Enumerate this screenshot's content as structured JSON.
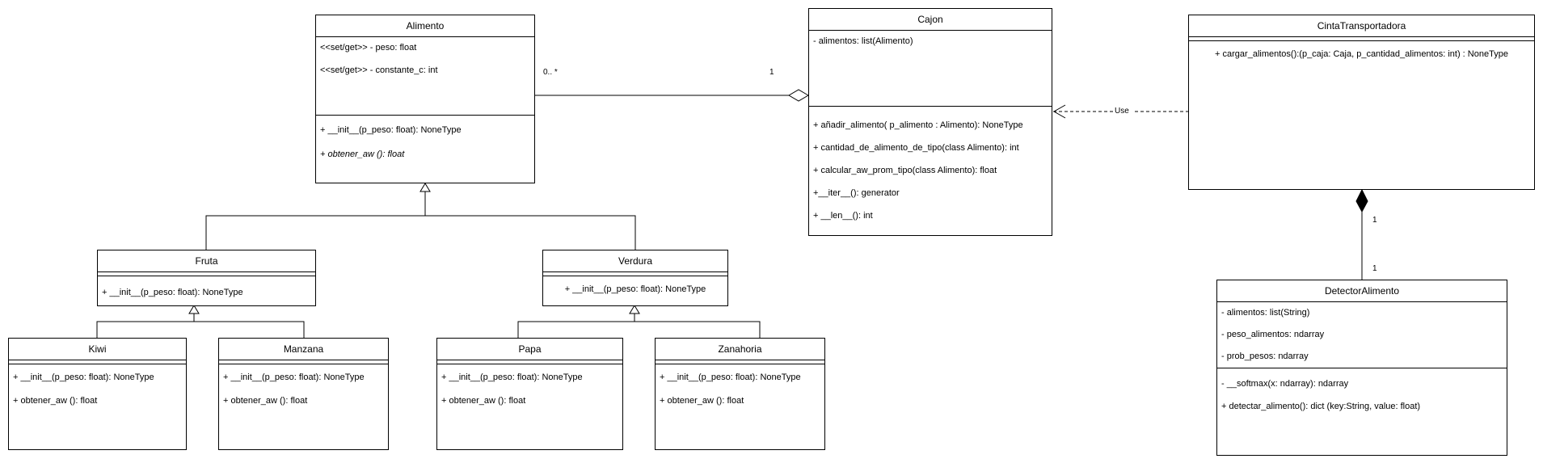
{
  "classes": {
    "alimento": {
      "name": "Alimento",
      "attributes": [
        "<<set/get>> - peso: float",
        "<<set/get>> - constante_c: int"
      ],
      "methods": [
        "+ __init__(p_peso: float): NoneType",
        "+ obtener_aw (): float"
      ]
    },
    "cajon": {
      "name": "Cajon",
      "attributes": [
        "- alimentos: list(Alimento)"
      ],
      "methods": [
        "+ añadir_alimento( p_alimento : Alimento): NoneType",
        "+ cantidad_de_alimento_de_tipo(class Alimento): int",
        "+ calcular_aw_prom_tipo(class Alimento): float",
        "+__iter__(): generator",
        "+ __len__(): int"
      ]
    },
    "cinta": {
      "name": "CintaTransportadora",
      "methods": [
        "+ cargar_alimentos():(p_caja: Caja, p_cantidad_alimentos: int) : NoneType"
      ]
    },
    "fruta": {
      "name": "Fruta",
      "methods": [
        "+ __init__(p_peso: float): NoneType"
      ]
    },
    "verdura": {
      "name": "Verdura",
      "methods": [
        "+ __init__(p_peso: float): NoneType"
      ]
    },
    "kiwi": {
      "name": "Kiwi",
      "methods": [
        "+ __init__(p_peso: float): NoneType",
        "+ obtener_aw (): float"
      ]
    },
    "manzana": {
      "name": "Manzana",
      "methods": [
        "+ __init__(p_peso: float): NoneType",
        "+ obtener_aw (): float"
      ]
    },
    "papa": {
      "name": "Papa",
      "methods": [
        "+ __init__(p_peso: float): NoneType",
        "+ obtener_aw (): float"
      ]
    },
    "zanahoria": {
      "name": "Zanahoria",
      "methods": [
        "+ __init__(p_peso: float): NoneType",
        "+ obtener_aw (): float"
      ]
    },
    "detector": {
      "name": "DetectorAlimento",
      "attributes": [
        "- alimentos: list(String)",
        "- peso_alimentos: ndarray",
        "- prob_pesos: ndarray"
      ],
      "methods": [
        "- __softmax(x: ndarray): ndarray",
        "+ detectar_alimento(): dict (key:String, value: float)"
      ]
    }
  },
  "edges": {
    "aggregation": {
      "source_mult": "0.. *",
      "target_mult": "1"
    },
    "dependency": {
      "label": "Use"
    },
    "composition": {
      "top_mult": "1",
      "bottom_mult": "1"
    }
  }
}
